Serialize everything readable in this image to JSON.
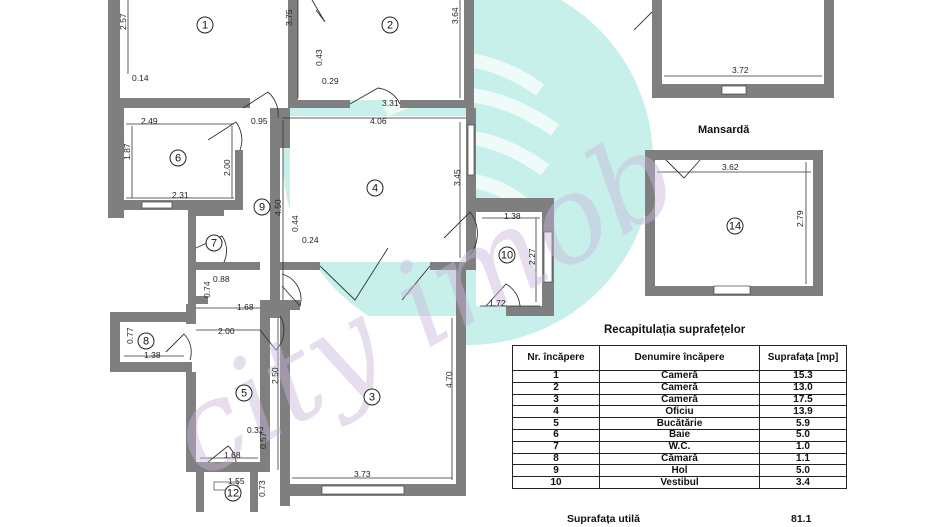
{
  "floor_plan": {
    "rooms": [
      {
        "num": "1"
      },
      {
        "num": "2"
      },
      {
        "num": "3"
      },
      {
        "num": "4"
      },
      {
        "num": "5"
      },
      {
        "num": "6"
      },
      {
        "num": "7"
      },
      {
        "num": "8"
      },
      {
        "num": "9"
      },
      {
        "num": "10"
      },
      {
        "num": "12"
      },
      {
        "num": "14"
      }
    ],
    "dimensions": [
      "2.57",
      "0.14",
      "3.75",
      "0.43",
      "0.29",
      "3.64",
      "3.31",
      "4.06",
      "0.95",
      "2.49",
      "1.87",
      "2.00",
      "2.31",
      "3.45",
      "1.38",
      "2.27",
      "1.72",
      "4.50",
      "0.44",
      "0.24",
      "0.88",
      "0.74",
      "1.68",
      "2.00",
      "0.77",
      "1.38",
      "2.50",
      "4.70",
      "0.32",
      "0.57",
      "1.68",
      "1.55",
      "0.73",
      "3.73",
      "3.72",
      "3.62",
      "2.79"
    ]
  },
  "mansarda": {
    "title": "Mansardă"
  },
  "summary": {
    "title": "Recapitulația suprafețelor",
    "headers": [
      "Nr. încăpere",
      "Denumire încăpere",
      "Suprafața [mp]"
    ],
    "rows": [
      [
        "1",
        "Cameră",
        "15.3"
      ],
      [
        "2",
        "Cameră",
        "13.0"
      ],
      [
        "3",
        "Cameră",
        "17.5"
      ],
      [
        "4",
        "Oficiu",
        "13.9"
      ],
      [
        "5",
        "Bucătărie",
        "5.9"
      ],
      [
        "6",
        "Baie",
        "5.0"
      ],
      [
        "7",
        "W.C.",
        "1.0"
      ],
      [
        "8",
        "Cămară",
        "1.1"
      ],
      [
        "9",
        "Hol",
        "5.0"
      ],
      [
        "10",
        "Vestibul",
        "3.4"
      ]
    ],
    "total_label": "Suprafața utilă",
    "total_value": "81.1"
  },
  "watermark": {
    "text": "city imob",
    "accent": "#5fd3c4",
    "text_color": "#c8b8dc"
  }
}
